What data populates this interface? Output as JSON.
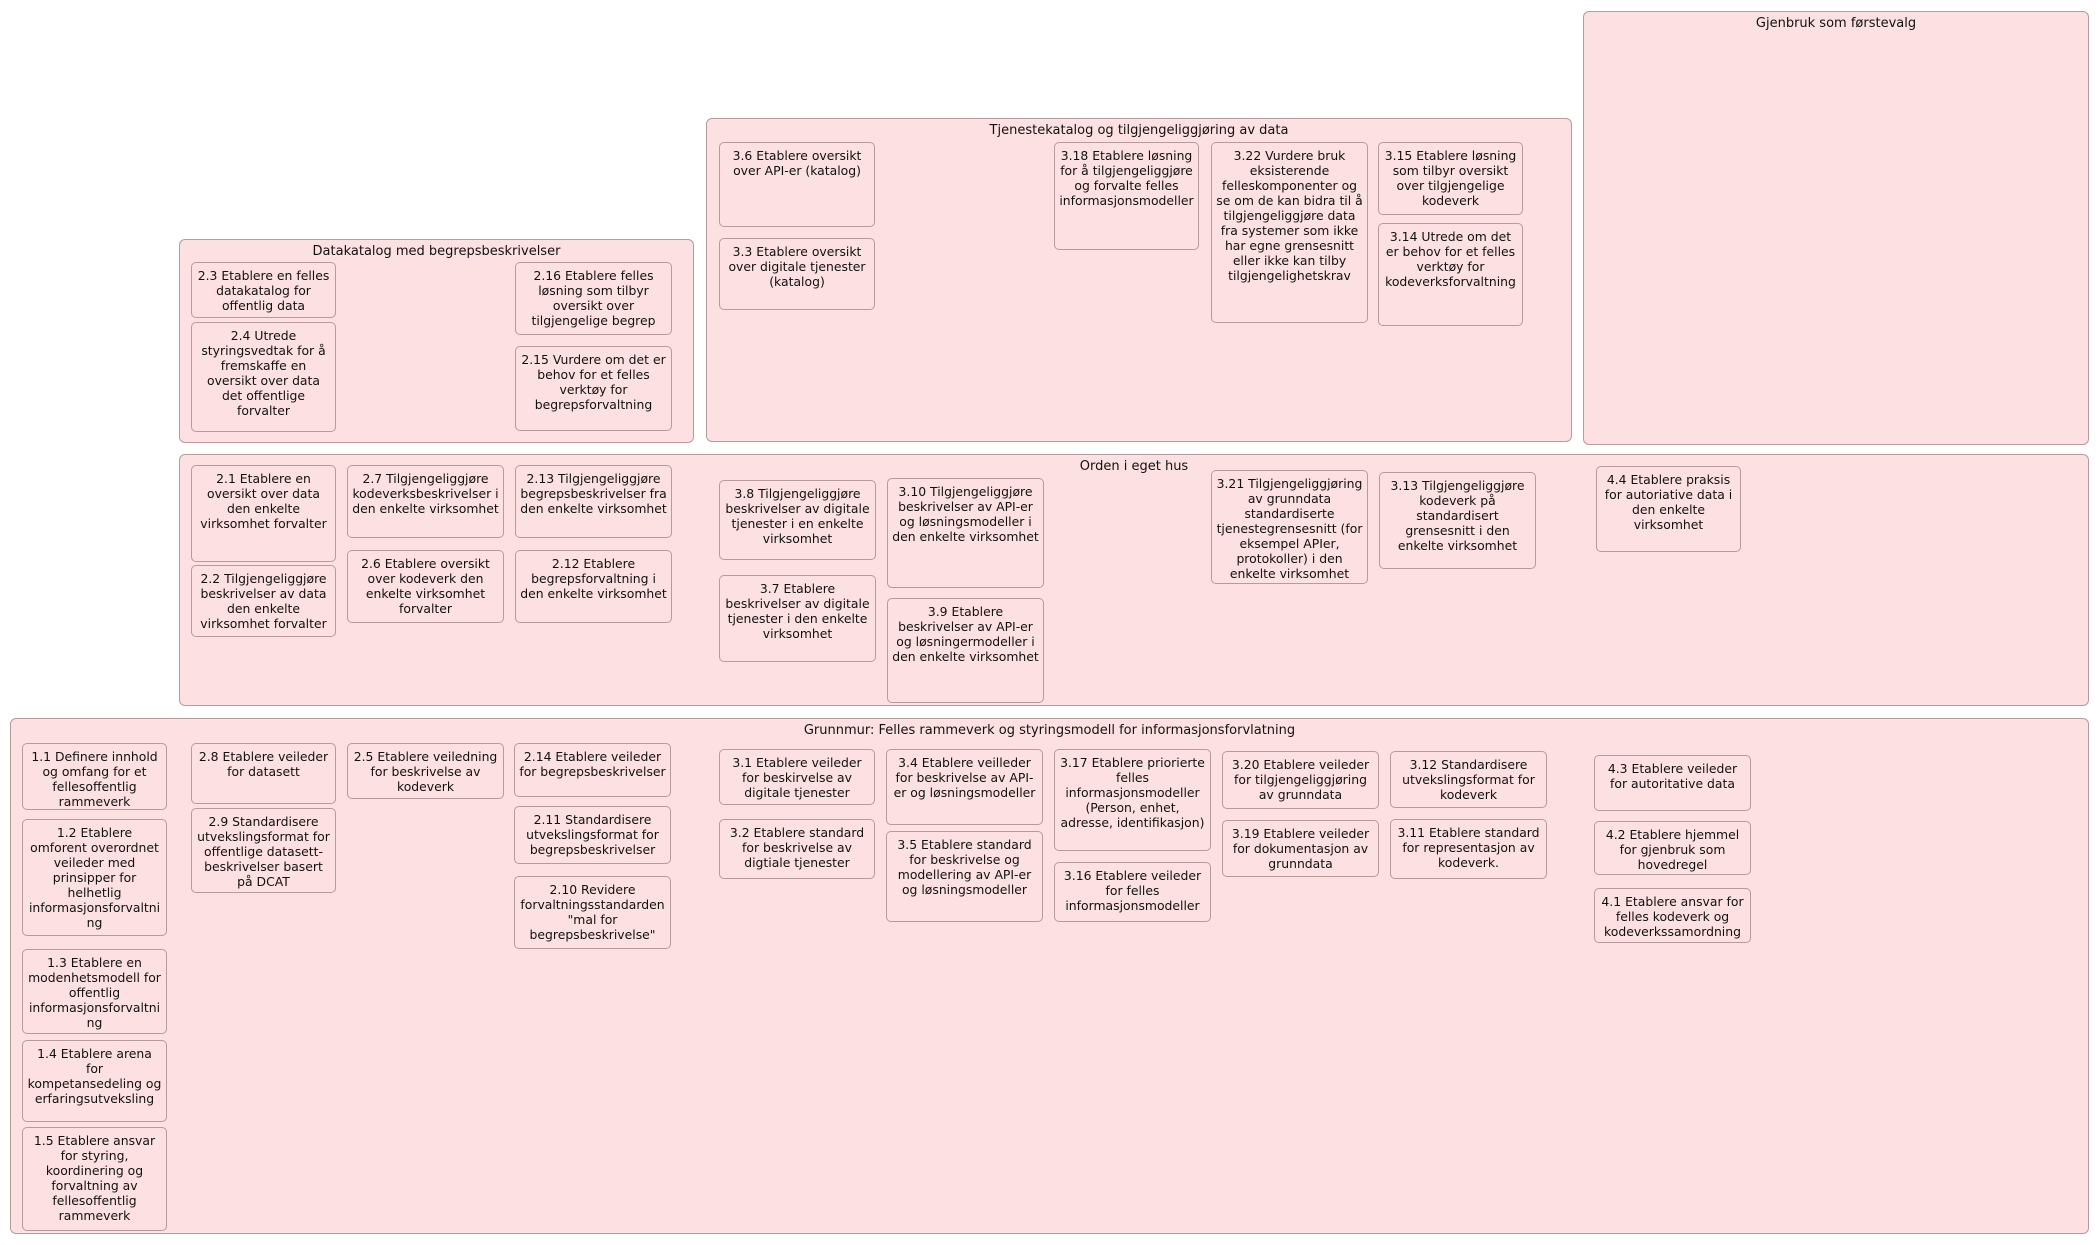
{
  "groups": {
    "gjenbruk": "Gjenbruk som førstevalg",
    "tjenestekatalog": "Tjenestekatalog og tilgjengeliggjøring av data",
    "datakatalog": "Datakatalog med begrepsbeskrivelser",
    "orden": "Orden i eget hus",
    "grunnmur": "Grunnmur: Felles rammeverk og styringsmodell for informasjonsforvlatning"
  },
  "tasks": {
    "t3_6": "3.6 Etablere oversikt over API-er (katalog)",
    "t3_3": "3.3 Etablere oversikt over digitale tjenester (katalog)",
    "t3_18": "3.18 Etablere løsning for å tilgjengeliggjøre og forvalte felles informasjonsmodeller",
    "t3_22": "3.22 Vurdere bruk eksisterende felleskomponenter og se om de kan bidra til å tilgjengeliggjøre data fra systemer som ikke har egne grensesnitt eller ikke kan tilby tilgjengelighetskrav",
    "t3_15": "3.15 Etablere løsning som tilbyr oversikt over tilgjengelige kodeverk",
    "t3_14": "3.14 Utrede om det er behov for et felles verktøy for kodeverksforvaltning",
    "t2_3": "2.3 Etablere en felles datakatalog for offentlig data",
    "t2_4": "2.4  Utrede styringsvedtak for å fremskaffe en oversikt over data det offentlige forvalter",
    "t2_16": "2.16 Etablere felles løsning som tilbyr oversikt over tilgjengelige begrep",
    "t2_15": "2.15 Vurdere om det er behov for et felles verktøy for begrepsforvaltning",
    "t2_1": "2.1 Etablere en oversikt over data den enkelte virksomhet forvalter",
    "t2_2": "2.2 Tilgjengeliggjøre beskrivelser av data den enkelte virksomhet forvalter",
    "t2_7": "2.7 Tilgjengeliggjøre kodeverksbeskrivelser i den enkelte virksomhet",
    "t2_6": "2.6 Etablere oversikt over kodeverk den enkelte virksomhet forvalter",
    "t2_13": "2.13 Tilgjengeliggjøre begrepsbeskrivelser fra den enkelte virksomhet",
    "t2_12": "2.12 Etablere begrepsforvaltning i den enkelte virksomhet",
    "t3_8": "3.8 Tilgjengeliggjøre beskrivelser av digitale tjenester i en enkelte virksomhet",
    "t3_7": "3.7 Etablere beskrivelser av digitale tjenester i den enkelte virksomhet",
    "t3_10": "3.10 Tilgjengeliggjøre beskrivelser av API-er og løsningsmodeller i den enkelte virksomhet",
    "t3_9": "3.9 Etablere beskrivelser av API-er og løsningermodeller i den enkelte virksomhet",
    "t3_21": "3.21 Tilgjengeliggjøring av grunndata standardiserte tjenestegrensesnitt (for eksempel APIer, protokoller) i den enkelte virksomhet",
    "t3_13": "3.13 Tilgjengeliggjøre kodeverk på standardisert grensesnitt i den enkelte virksomhet",
    "t4_4": "4.4 Etablere praksis for autoriative data i den enkelte virksomhet",
    "t1_1": "1.1 Definere innhold og omfang for et fellesoffentlig rammeverk",
    "t1_2": "1.2 Etablere omforent overordnet veileder med prinsipper for helhetlig informasjonsforvaltning",
    "t1_3": "1.3 Etablere en modenhetsmodell for offentlig informasjonsforvaltning",
    "t1_4": "1.4 Etablere arena for kompetansedeling og erfaringsutveksling",
    "t1_5": "1.5 Etablere ansvar for styring, koordinering og forvaltning av fellesoffentlig rammeverk",
    "t2_8": "2.8 Etablere veileder for datasett",
    "t2_9": "2.9 Standardisere utvekslingsformat for offentlige datasett-beskrivelser basert på DCAT",
    "t2_5": "2.5 Etablere veiledning for beskrivelse av kodeverk",
    "t2_14": "2.14 Etablere veileder for begrepsbeskrivelser",
    "t2_11": "2.11 Standardisere utvekslingsformat for begrepsbeskrivelser",
    "t2_10": "2.10 Revidere forvaltningsstandarden \"mal for begrepsbeskrivelse\"",
    "t3_1": "3.1 Etablere veileder for beskirvelse av digitale tjenester",
    "t3_2": "3.2 Etablere standard for beskrivelse av digtiale tjenester",
    "t3_4": "3.4 Etablere veilleder for beskrivelse av API-er og løsningsmodeller",
    "t3_5": "3.5 Etablere standard for beskrivelse og modellering av API-er og løsningsmodeller",
    "t3_17": "3.17 Etablere priorierte felles informasjonsmodeller (Person, enhet, adresse, identifikasjon)",
    "t3_16": "3.16 Etablere veileder for felles informasjonsmodeller",
    "t3_20": "3.20 Etablere veileder for tilgjengeliggjøring av grunndata",
    "t3_19": "3.19 Etablere veileder for dokumentasjon av grunndata",
    "t3_12": "3.12 Standardisere utvekslingsformat for kodeverk",
    "t3_11": "3.11 Etablere standard for representasjon av kodeverk.",
    "t4_3": "4.3 Etablere veileder for autoritative data",
    "t4_2": "4.2 Etablere hjemmel for gjenbruk som hovedregel",
    "t4_1": "4.1 Etablere ansvar for felles kodeverk og kodeverkssamordning"
  }
}
